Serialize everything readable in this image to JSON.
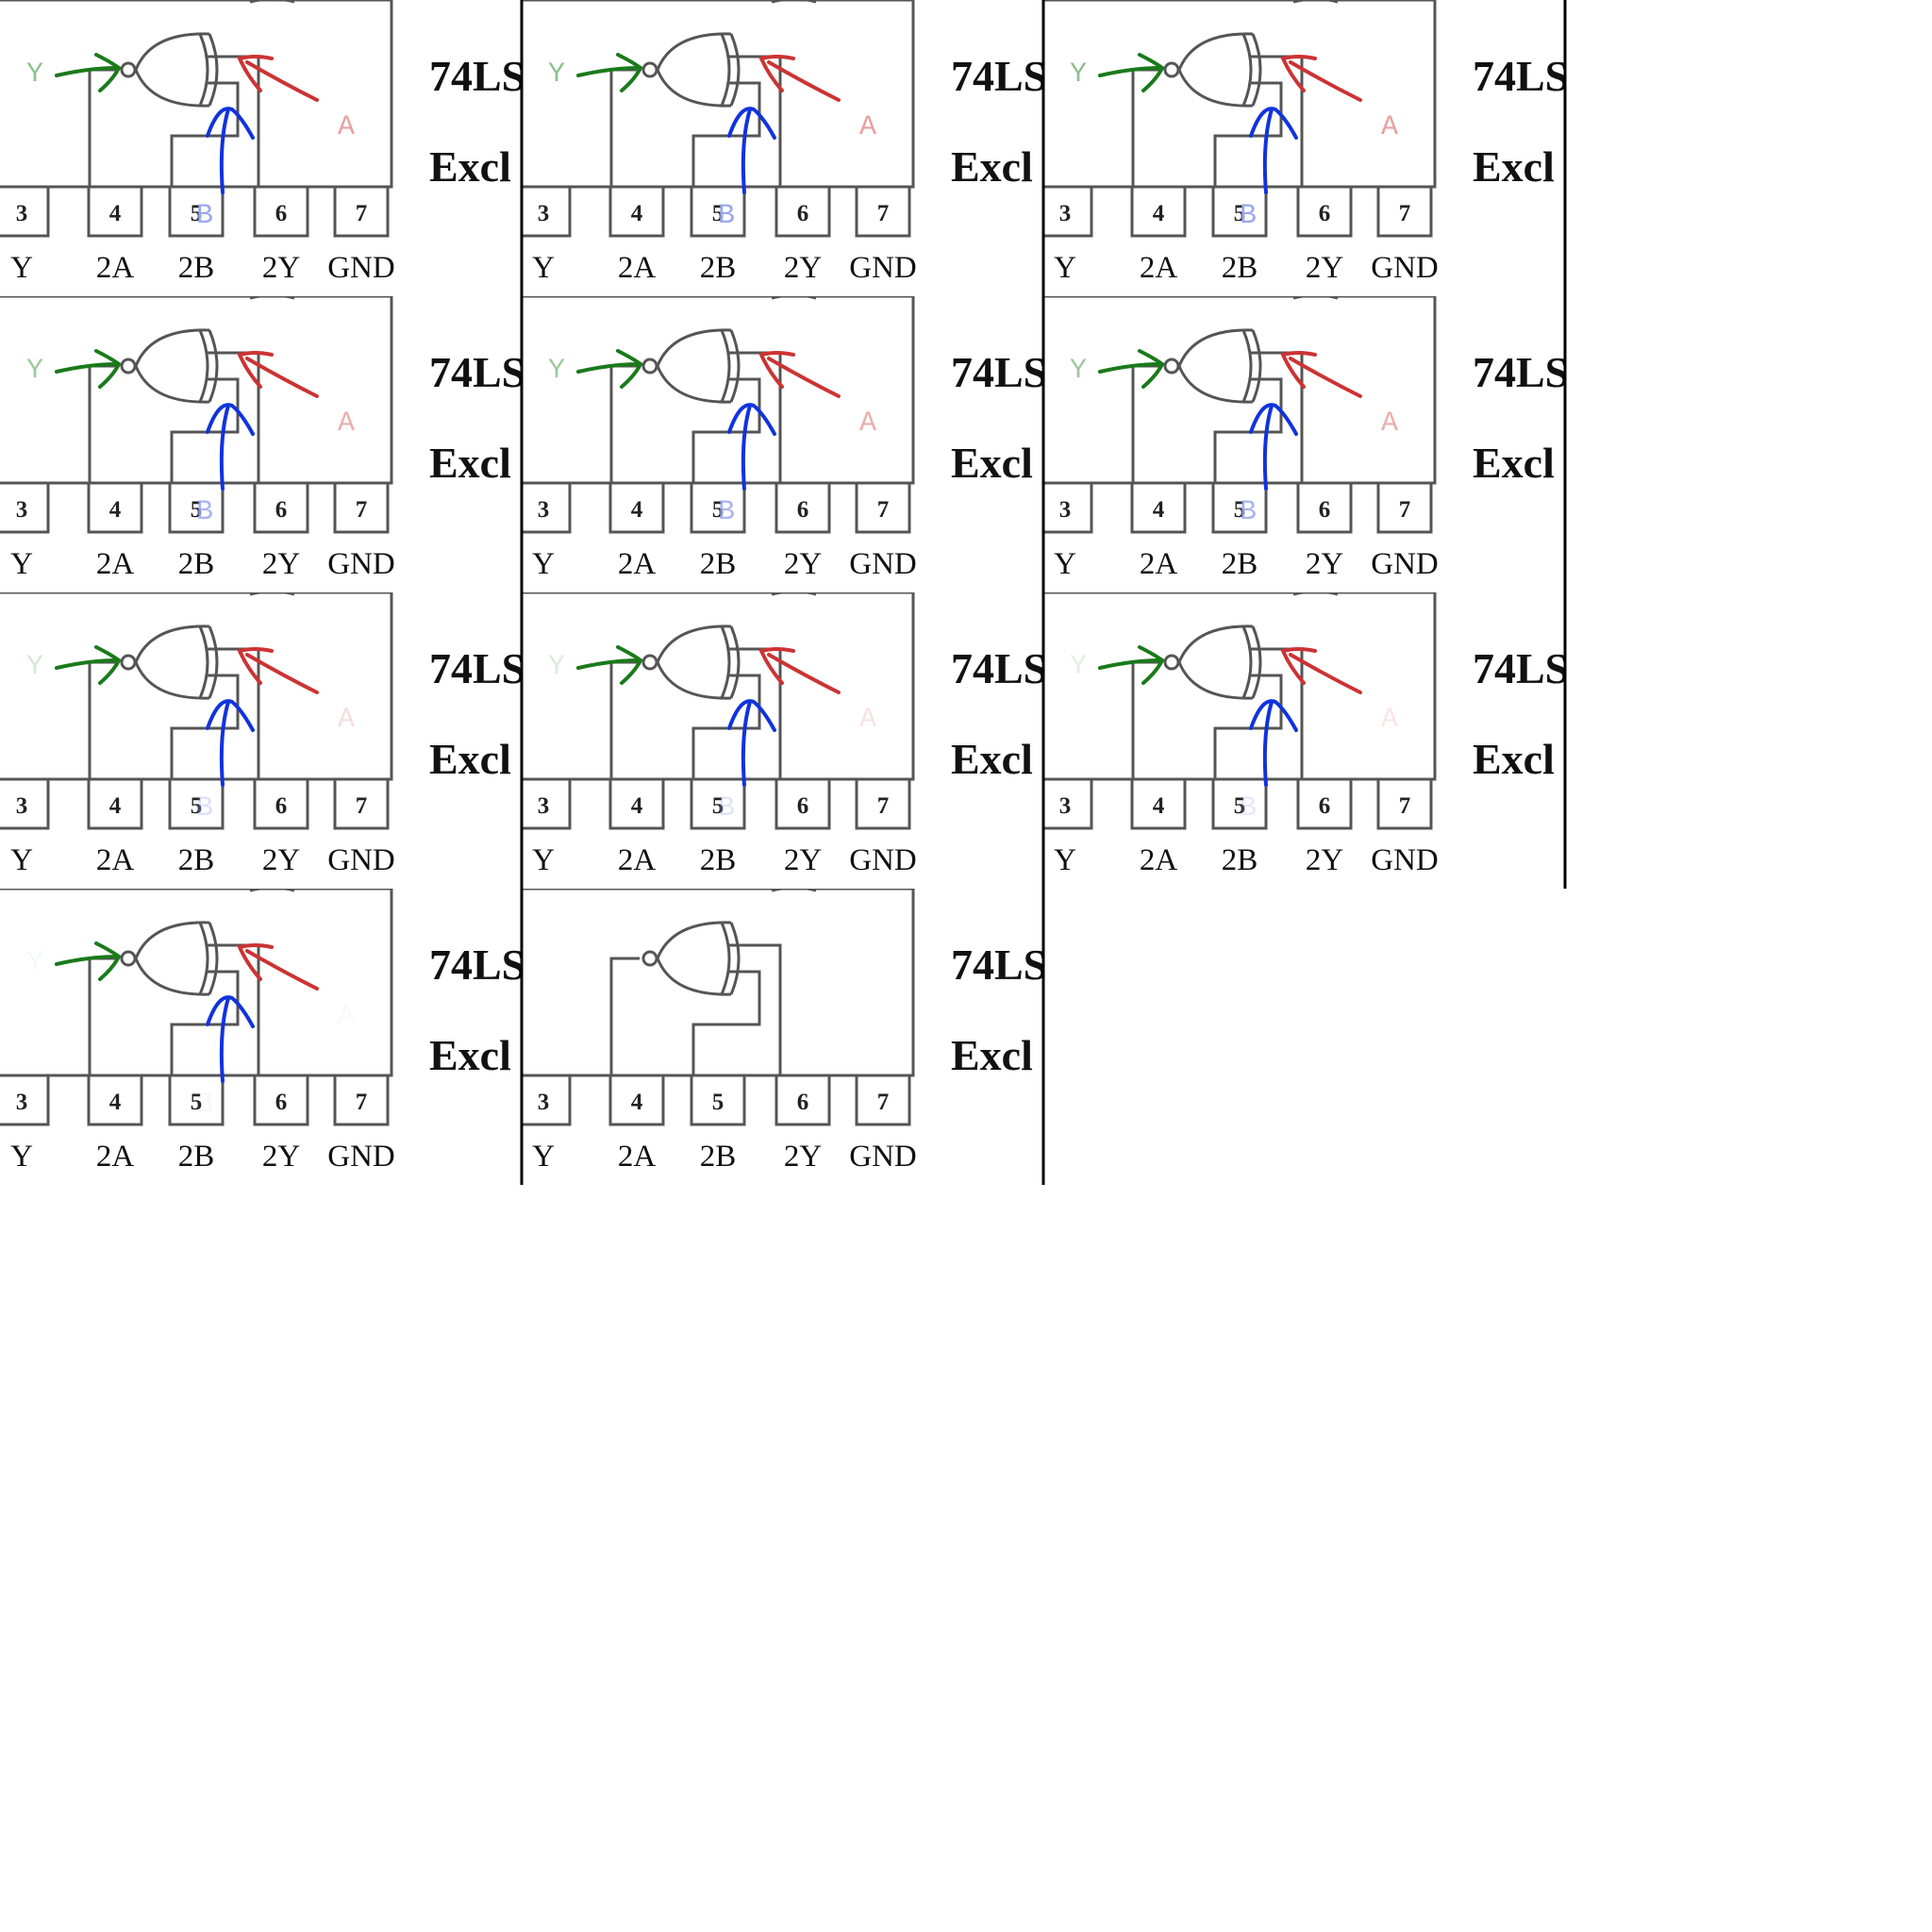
{
  "chip": {
    "part_prefix": "74LS",
    "desc_prefix": "Excl"
  },
  "pins": [
    {
      "number": "3",
      "name": "Y"
    },
    {
      "number": "4",
      "name": "2A"
    },
    {
      "number": "5",
      "name": "2B"
    },
    {
      "number": "6",
      "name": "2Y"
    },
    {
      "number": "7",
      "name": "GND"
    }
  ],
  "annotations": {
    "output": {
      "letter": "Y",
      "color": "#1a7a1a",
      "label_color": "#8fbf8f"
    },
    "input_a": {
      "letter": "A",
      "color": "#cc3333",
      "label_color": "#e8a0a0"
    },
    "input_b": {
      "letter": "B",
      "color": "#1133dd",
      "label_color": "#9aa8ee"
    }
  },
  "frames": [
    {
      "row": 0,
      "col": 0,
      "annotated": true,
      "label_opacity": 1.0
    },
    {
      "row": 0,
      "col": 1,
      "annotated": true,
      "label_opacity": 1.0
    },
    {
      "row": 0,
      "col": 2,
      "annotated": true,
      "label_opacity": 1.0
    },
    {
      "row": 1,
      "col": 0,
      "annotated": true,
      "label_opacity": 0.85
    },
    {
      "row": 1,
      "col": 1,
      "annotated": true,
      "label_opacity": 0.85
    },
    {
      "row": 1,
      "col": 2,
      "annotated": true,
      "label_opacity": 0.85
    },
    {
      "row": 2,
      "col": 0,
      "annotated": true,
      "label_opacity": 0.35
    },
    {
      "row": 2,
      "col": 1,
      "annotated": true,
      "label_opacity": 0.3
    },
    {
      "row": 2,
      "col": 2,
      "annotated": true,
      "label_opacity": 0.25
    },
    {
      "row": 3,
      "col": 0,
      "annotated": true,
      "label_opacity": 0.08
    },
    {
      "row": 3,
      "col": 1,
      "annotated": false,
      "label_opacity": 0
    }
  ]
}
